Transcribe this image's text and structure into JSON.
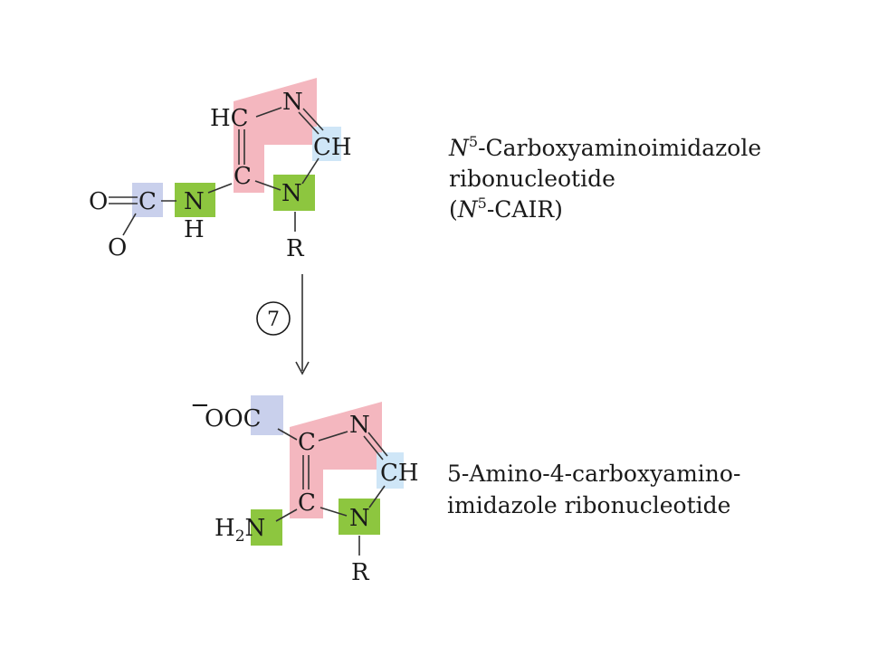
{
  "colors": {
    "ring_backbone": "#f4b7bf",
    "carboxyl": "#c9d0ec",
    "nitrogen": "#8dc63f",
    "ring_ch": "#cfe6f7"
  },
  "top": {
    "hc": "HC",
    "n_ring_top": "N",
    "ch": "CH",
    "c_ring": "C",
    "n_ring": "N",
    "r": "R",
    "o_double": "O",
    "c_carboxy": "C",
    "nh_n": "N",
    "nh_h": "H",
    "o_single": "O",
    "label_line1_italic": "N",
    "label_line1_sup": "5",
    "label_line1_rest": "-Carboxyaminoimidazole",
    "label_line2": "ribonucleotide",
    "label_line3_open": "(",
    "label_line3_italic": "N",
    "label_line3_sup": "5",
    "label_line3_rest": "-CAIR)"
  },
  "step": {
    "number": "7"
  },
  "bottom": {
    "minus": "−",
    "ooc": "OOC",
    "c_upper": "C",
    "n_ring_top": "N",
    "ch": "CH",
    "c_lower": "C",
    "n_ring": "N",
    "r": "R",
    "h": "H",
    "h_sub": "2",
    "n_amino": "N",
    "label_line1": "5-Amino-4-carboxyamino-",
    "label_line2": "imidazole ribonucleotide"
  }
}
